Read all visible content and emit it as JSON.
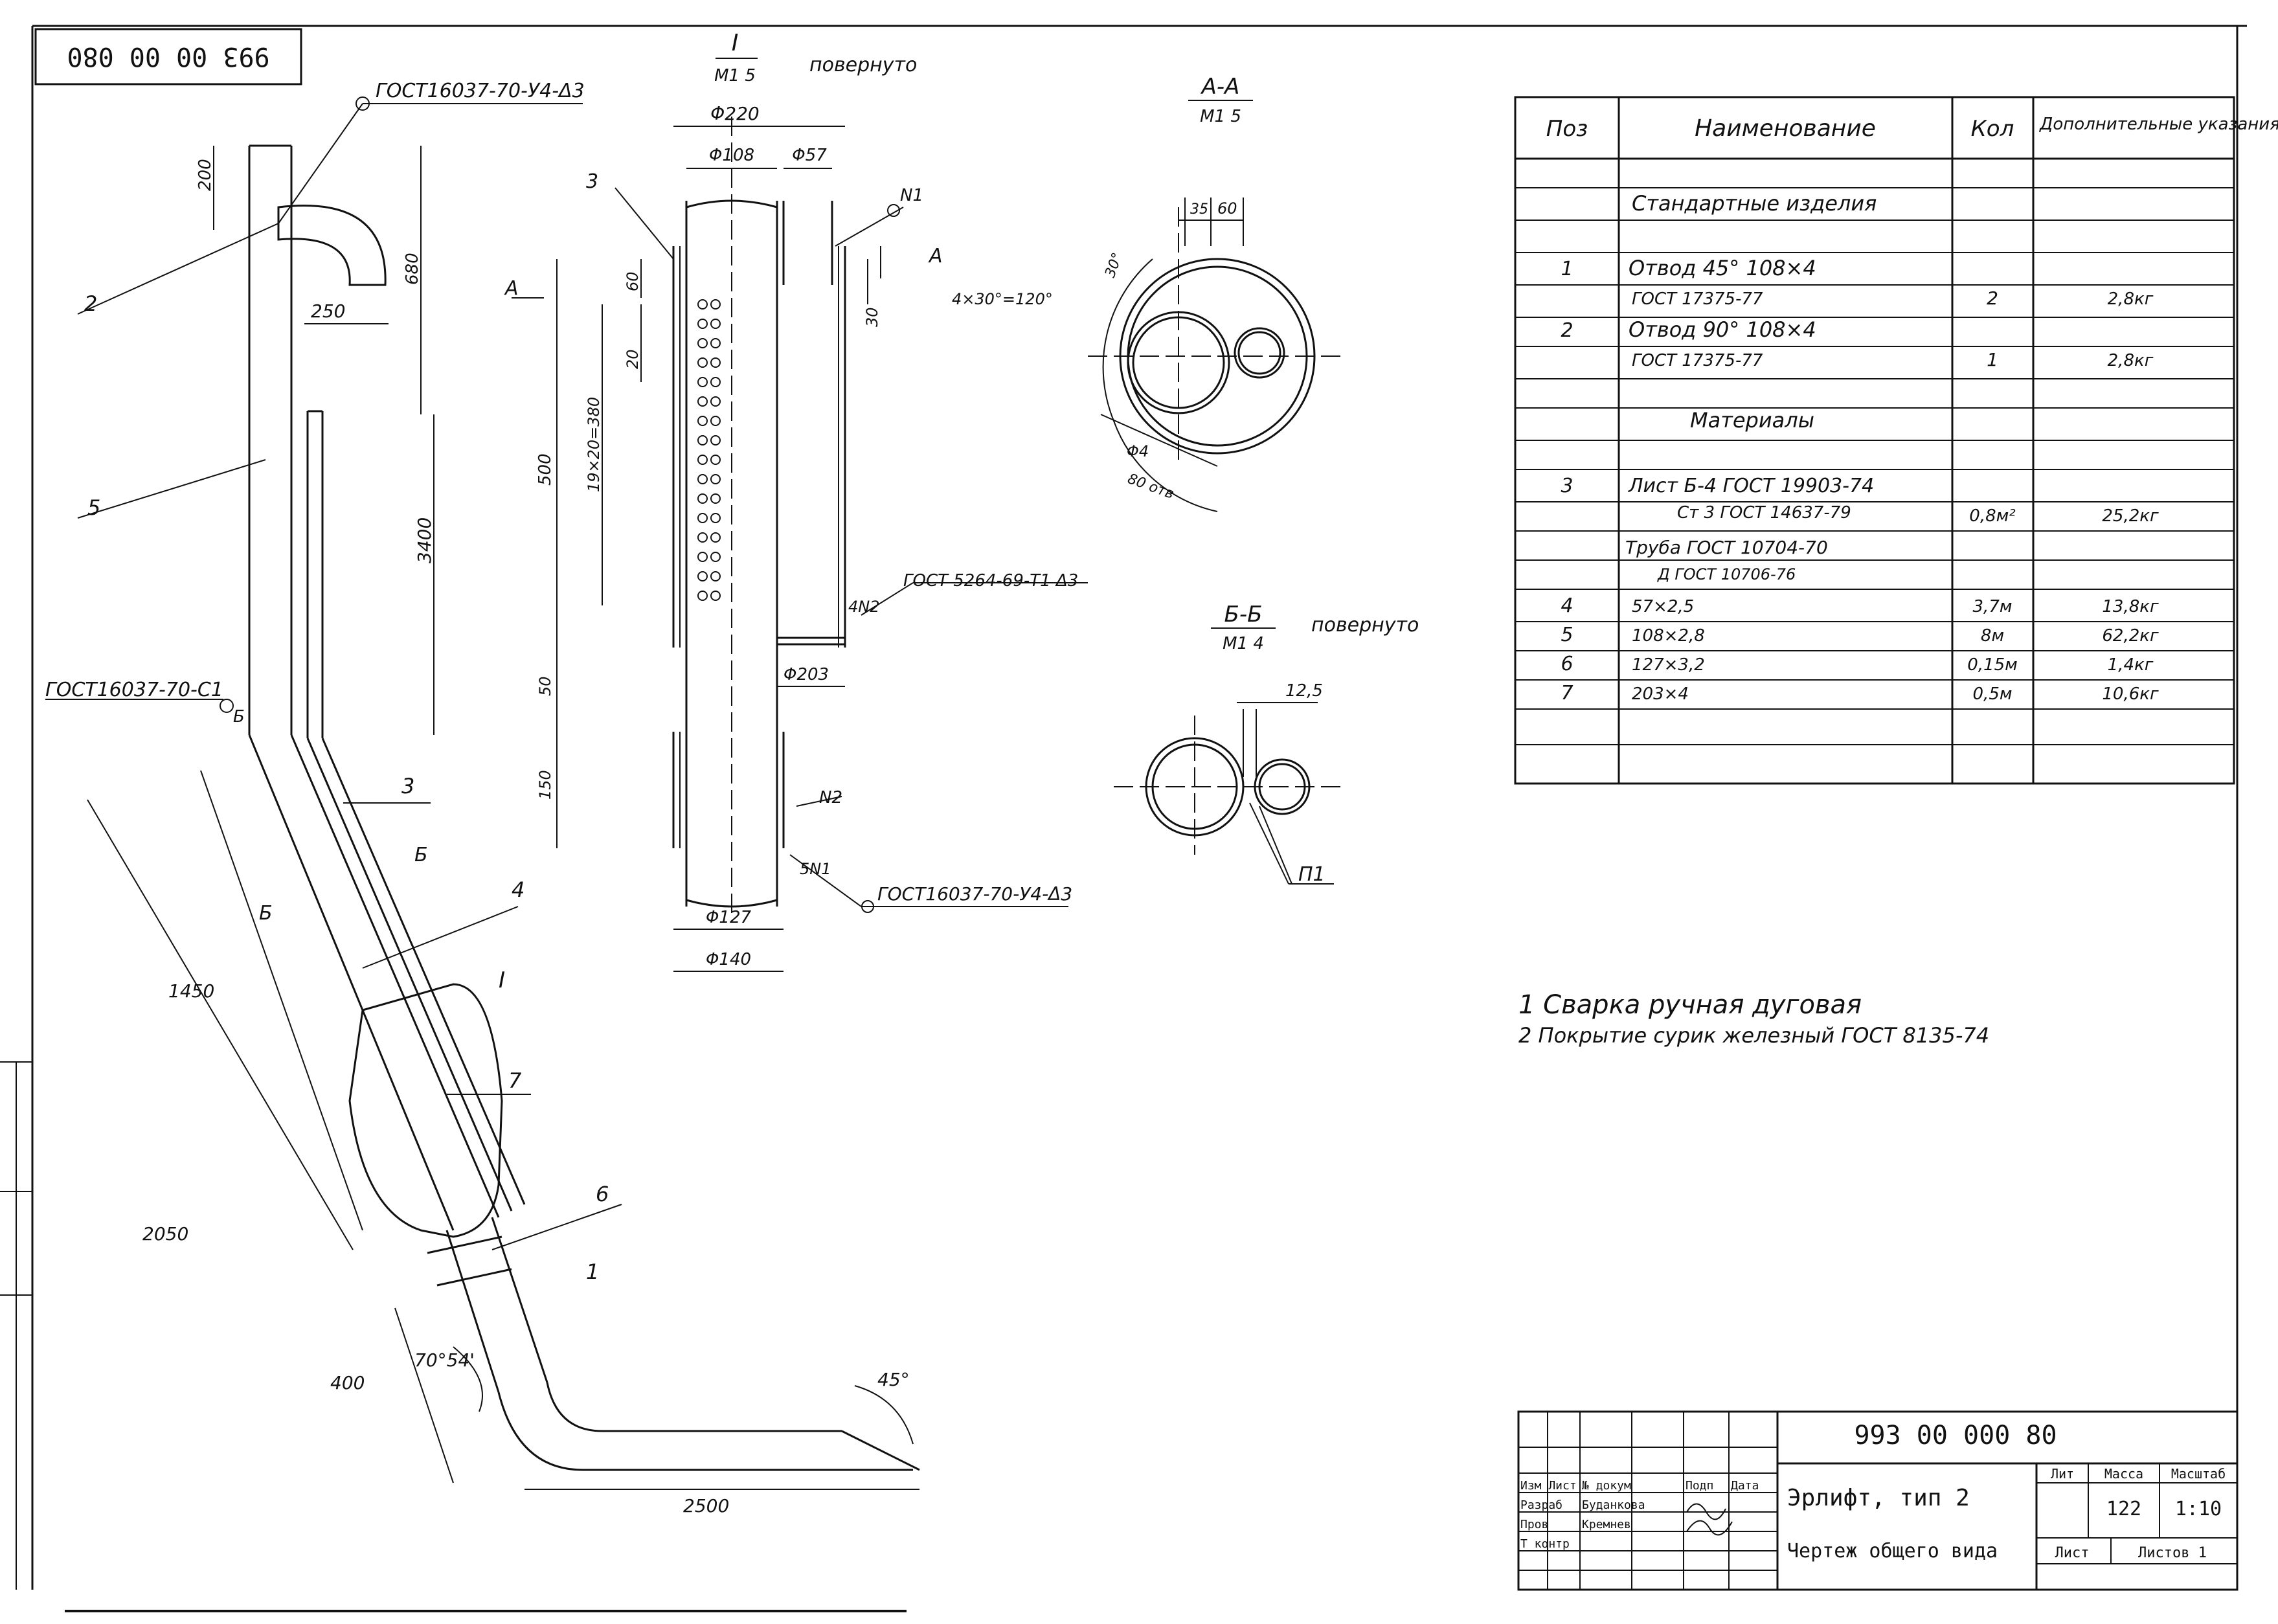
{
  "stamp_code": "993 00 00 080",
  "view_I": {
    "title": "I",
    "scale": "M1 5",
    "note": "повернуто"
  },
  "view_AA": {
    "title": "A-A",
    "scale": "M1 5"
  },
  "view_BB": {
    "title": "Б-Б",
    "scale": "M1 4",
    "note": "повернуто"
  },
  "left_view": {
    "gost_top": "ГОСТ16037-70-У4-Δ3",
    "gost_joint": "ГОСТ16037-70-С1",
    "dims": [
      "200",
      "680",
      "250",
      "3400",
      "1450",
      "2050",
      "400",
      "2500",
      "70°54'",
      "45°"
    ],
    "positions": [
      "2",
      "5",
      "3",
      "4",
      "7",
      "6",
      "1",
      "I"
    ],
    "section_marks": [
      "Б",
      "Б",
      "Б"
    ]
  },
  "detail_view": {
    "dims": [
      "Φ220",
      "Φ108",
      "Φ57",
      "60",
      "30",
      "20",
      "500",
      "19×20=380",
      "50",
      "150",
      "Φ203",
      "Φ127",
      "Φ140"
    ],
    "positions": [
      "3",
      "N1",
      "N2",
      "4N2",
      "5N1"
    ],
    "gost_right": "ГОСТ 5264-69-Т1 Δ3",
    "gost_bottom": "ГОСТ16037-70-У4-Δ3",
    "section_marks": [
      "A",
      "A"
    ]
  },
  "section_AA": {
    "dims": [
      "35",
      "60",
      "30°",
      "4×30°=120°",
      "Φ4",
      "80 отв"
    ]
  },
  "section_BB": {
    "dims": [
      "12,5",
      "П1"
    ]
  },
  "spec_table": {
    "headers": [
      "Поз",
      "Наименование",
      "Кол",
      "Дополнительные указания"
    ],
    "rows": [
      {
        "pos": "",
        "name": "Стандартные изделия",
        "qty": "",
        "note": "",
        "heading": true
      },
      {
        "pos": "1",
        "name": "Отвод 45° 108×4",
        "qty": "",
        "note": ""
      },
      {
        "pos": "",
        "name": "ГОСТ 17375-77",
        "qty": "2",
        "note": "2,8кг"
      },
      {
        "pos": "2",
        "name": "Отвод 90° 108×4",
        "qty": "",
        "note": ""
      },
      {
        "pos": "",
        "name": "ГОСТ 17375-77",
        "qty": "1",
        "note": "2,8кг"
      },
      {
        "pos": "",
        "name": "Материалы",
        "qty": "",
        "note": "",
        "heading": true
      },
      {
        "pos": "3",
        "name": "Лист Б-4 ГОСТ 19903-74",
        "qty": "",
        "note": ""
      },
      {
        "pos": "",
        "name": "Ст 3 ГОСТ 14637-79",
        "qty": "0,8м²",
        "note": "25,2кг"
      },
      {
        "pos": "",
        "name": "Труба ГОСТ 10704-70",
        "qty": "",
        "note": ""
      },
      {
        "pos": "",
        "name": "Д ГОСТ 10706-76",
        "qty": "",
        "note": ""
      },
      {
        "pos": "4",
        "name": "57×2,5",
        "qty": "3,7м",
        "note": "13,8кг"
      },
      {
        "pos": "5",
        "name": "108×2,8",
        "qty": "8м",
        "note": "62,2кг"
      },
      {
        "pos": "6",
        "name": "127×3,2",
        "qty": "0,15м",
        "note": "1,4кг"
      },
      {
        "pos": "7",
        "name": "203×4",
        "qty": "0,5м",
        "note": "10,6кг"
      }
    ]
  },
  "notes": [
    "1 Сварка ручная дуговая",
    "2 Покрытие сурик железный ГОСТ 8135-74"
  ],
  "title_block": {
    "code": "993 00 000 80",
    "name": "Эрлифт, тип 2",
    "subtitle": "Чертеж общего вида",
    "mass_label": "Масса",
    "scale_label": "Масштаб",
    "mass": "122",
    "scale": "1:10",
    "lit_label": "Лит",
    "sheet_label": "Лист",
    "sheets_label": "Листов 1",
    "rows": [
      {
        "role": "Изм Лист",
        "name": "№ докум",
        "sign": "Подп",
        "date": "Дата"
      },
      {
        "role": "Разраб",
        "name": "Буданкова",
        "sign": "",
        "date": ""
      },
      {
        "role": "Пров",
        "name": "Кремнев",
        "sign": "",
        "date": ""
      },
      {
        "role": "Т контр",
        "name": "",
        "sign": "",
        "date": ""
      }
    ]
  },
  "colors": {
    "ink": "#111111",
    "paper": "#ffffff"
  }
}
